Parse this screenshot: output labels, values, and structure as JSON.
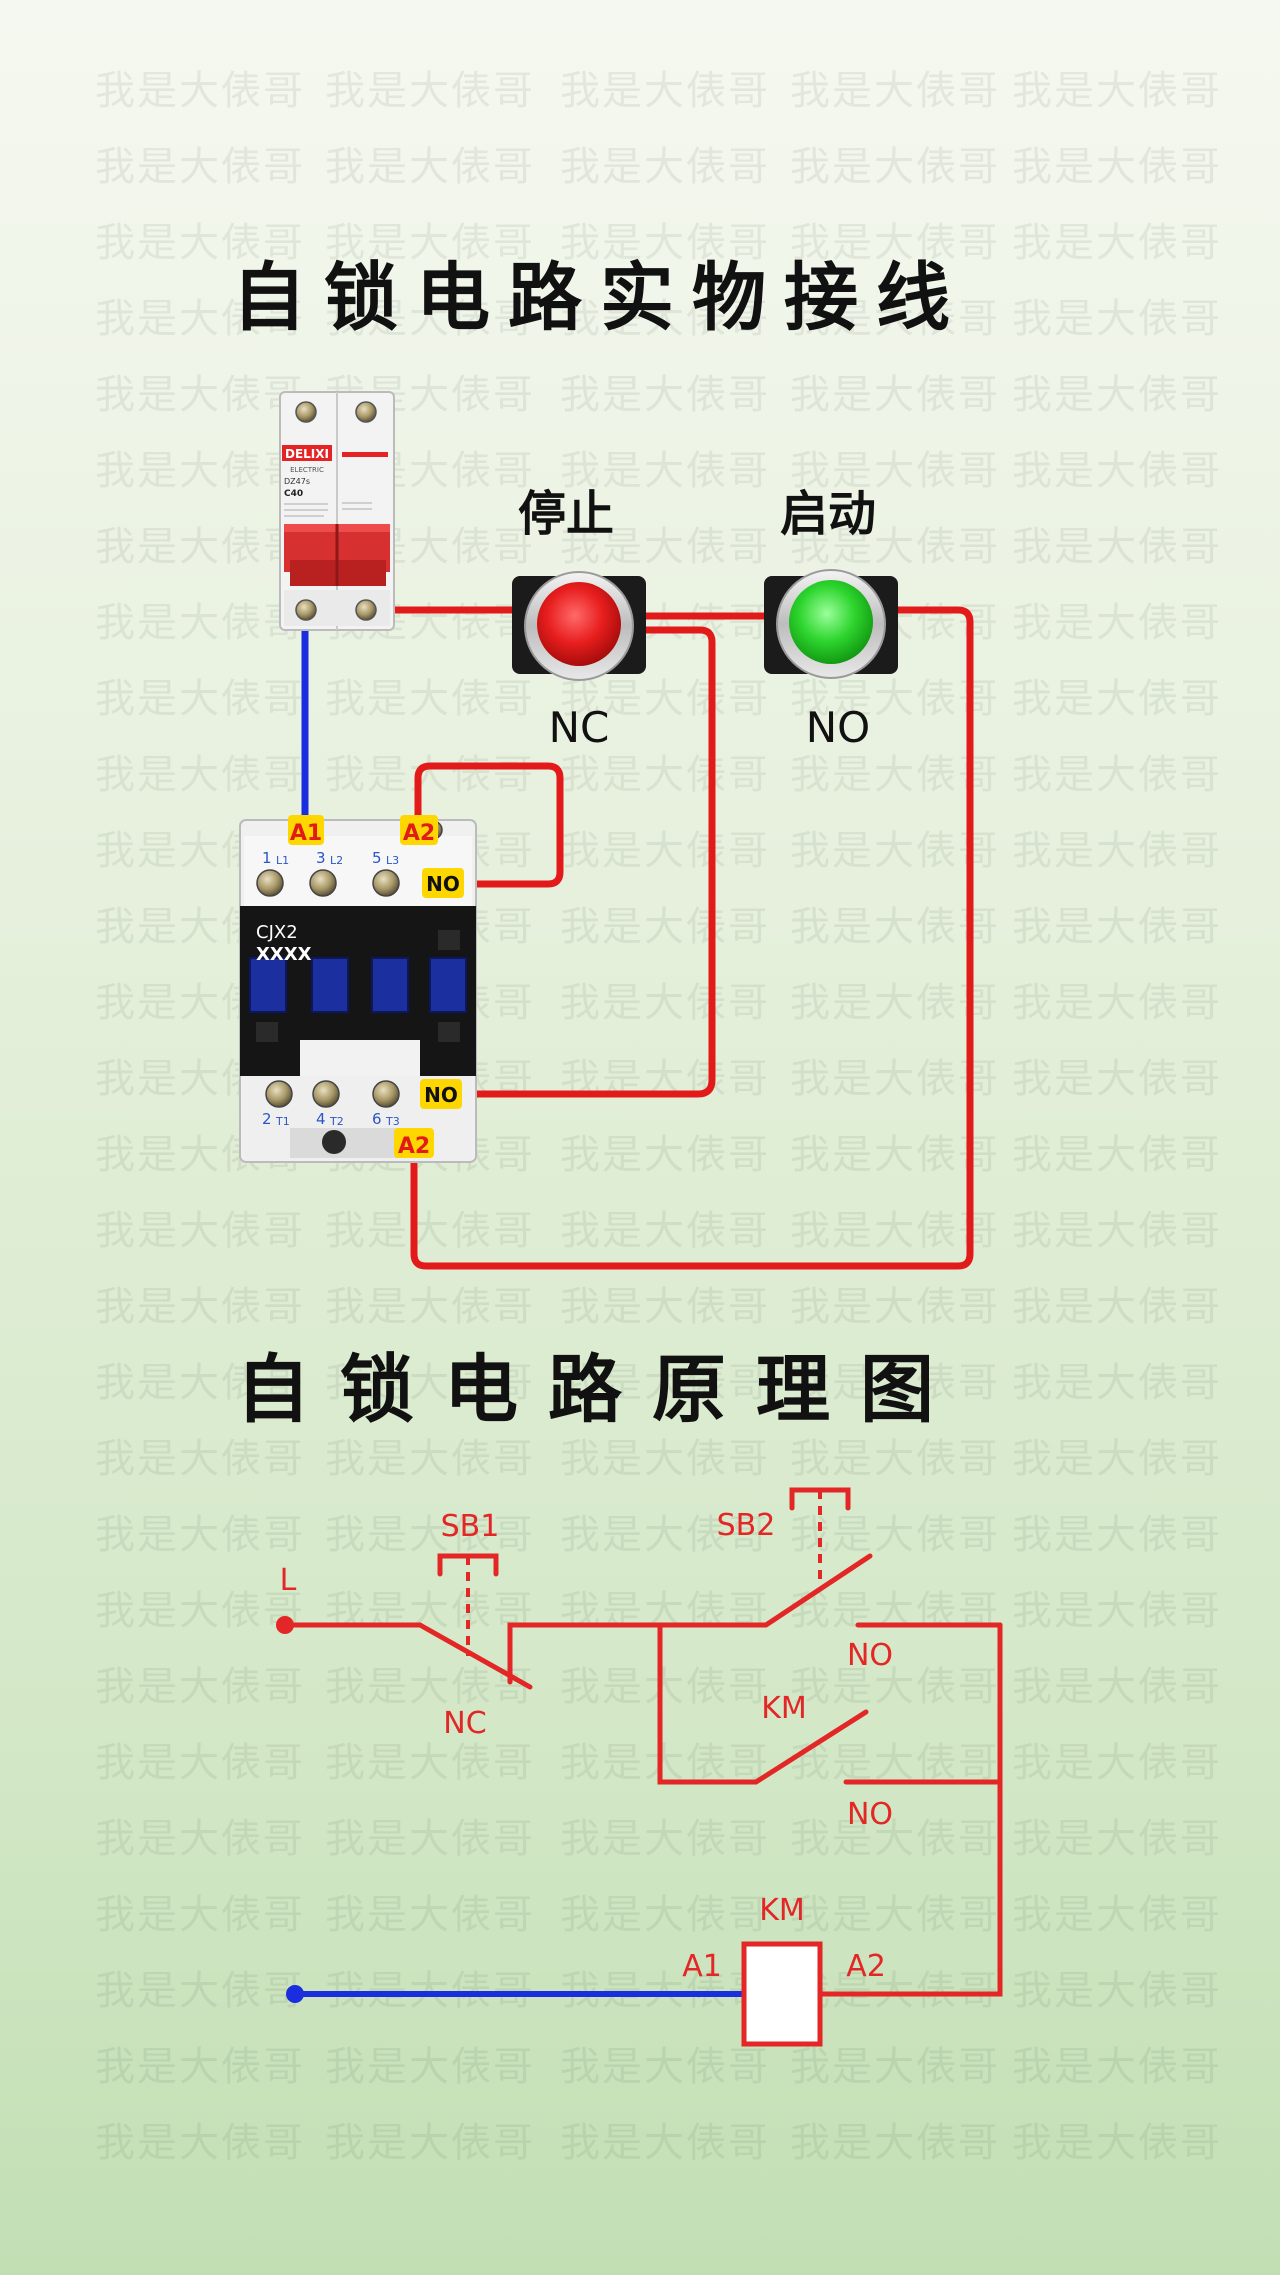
{
  "titles": {
    "physical": "自锁电路实物接线",
    "schematic": "自锁电路原理图"
  },
  "watermark": {
    "text": "我是大俵哥"
  },
  "breaker": {
    "brand": "DELIXI",
    "maker": "ELECTRIC",
    "model": "DZ47s",
    "rating": "C40"
  },
  "buttons": {
    "stop": {
      "label": "停止",
      "contact": "NC",
      "color": "#e81e1e"
    },
    "start": {
      "label": "启动",
      "contact": "NO",
      "color": "#2ed52e"
    }
  },
  "contactor": {
    "model": "CJX2",
    "code": "XXXX",
    "tags": {
      "a1": "A1",
      "a2_top": "A2",
      "no_top": "NO",
      "no_bottom": "NO",
      "a2_bottom": "A2"
    },
    "top_terminals": [
      "1",
      "L1",
      "3",
      "L2",
      "5",
      "L3"
    ],
    "bottom_terminals": [
      "2",
      "T1",
      "4",
      "T2",
      "6",
      "T3"
    ]
  },
  "schematic": {
    "line": "L",
    "sb1": "SB1",
    "sb1_type": "NC",
    "sb2": "SB2",
    "sb2_type": "NO",
    "km_contact": "KM",
    "km_contact_type": "NO",
    "coil": "KM",
    "coil_a1": "A1",
    "coil_a2": "A2"
  },
  "colors": {
    "wire_live": "#e31a1a",
    "wire_neutral": "#1a2ee0",
    "schematic_line": "#e32626",
    "tag_fill": "#ffd700"
  }
}
